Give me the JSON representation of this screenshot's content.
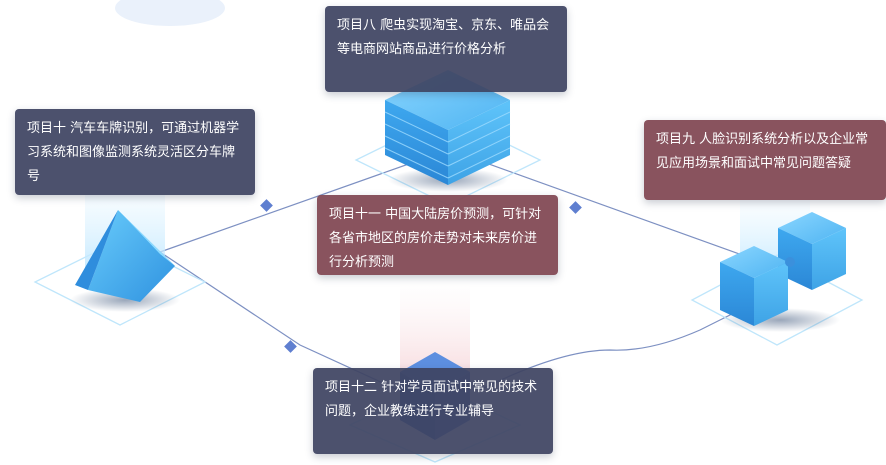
{
  "projects": [
    {
      "id": "p8",
      "text": "项目八  爬虫实现淘宝、京东、唯品会等电商网站商品进行价格分析"
    },
    {
      "id": "p10",
      "text": "项目十  汽车车牌识别，可通过机器学习系统和图像监测系统灵活区分车牌号"
    },
    {
      "id": "p11",
      "text": "项目十一  中国大陆房价预测，可针对各省市地区的房价走势对未来房价进行分析预测"
    },
    {
      "id": "p9",
      "text": "项目九  人脸识别系统分析以及企业常见应用场景和面试中常见问题答疑"
    },
    {
      "id": "p12",
      "text": "项目十二  针对学员面试中常见的技术问题，企业教练进行专业辅导"
    }
  ],
  "colors": {
    "card_slate": "#3e4462",
    "card_wine": "#804652",
    "line": "#6f84b8",
    "accent_blue": "#4ea6ec"
  }
}
